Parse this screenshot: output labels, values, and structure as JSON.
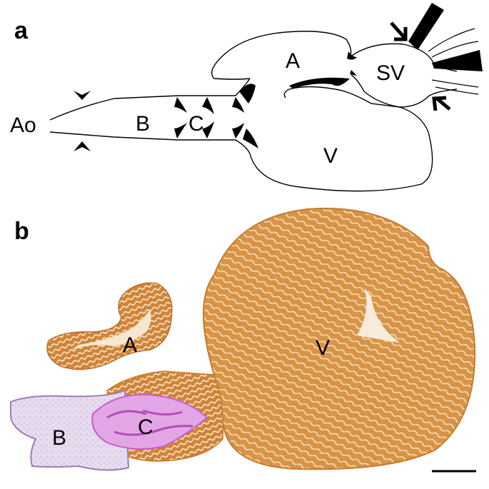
{
  "figure": {
    "panel_a": {
      "letter": "a",
      "labels": {
        "ao": "Ao",
        "b": "B",
        "c": "C",
        "a": "A",
        "sv": "SV",
        "v": "V"
      }
    },
    "panel_b": {
      "letter": "b",
      "labels": {
        "a": "A",
        "v": "V",
        "b": "B",
        "c": "C"
      },
      "scale_bar": {
        "label": ""
      }
    }
  },
  "colors": {
    "outline": "#000000",
    "ventricle_tissue": "#d9923f",
    "ventricle_light": "#f3d7b0",
    "bulbus_purple": "#b07cc0",
    "bulbus_light": "#e9dcef",
    "conus_magenta": "#d46ad6"
  }
}
